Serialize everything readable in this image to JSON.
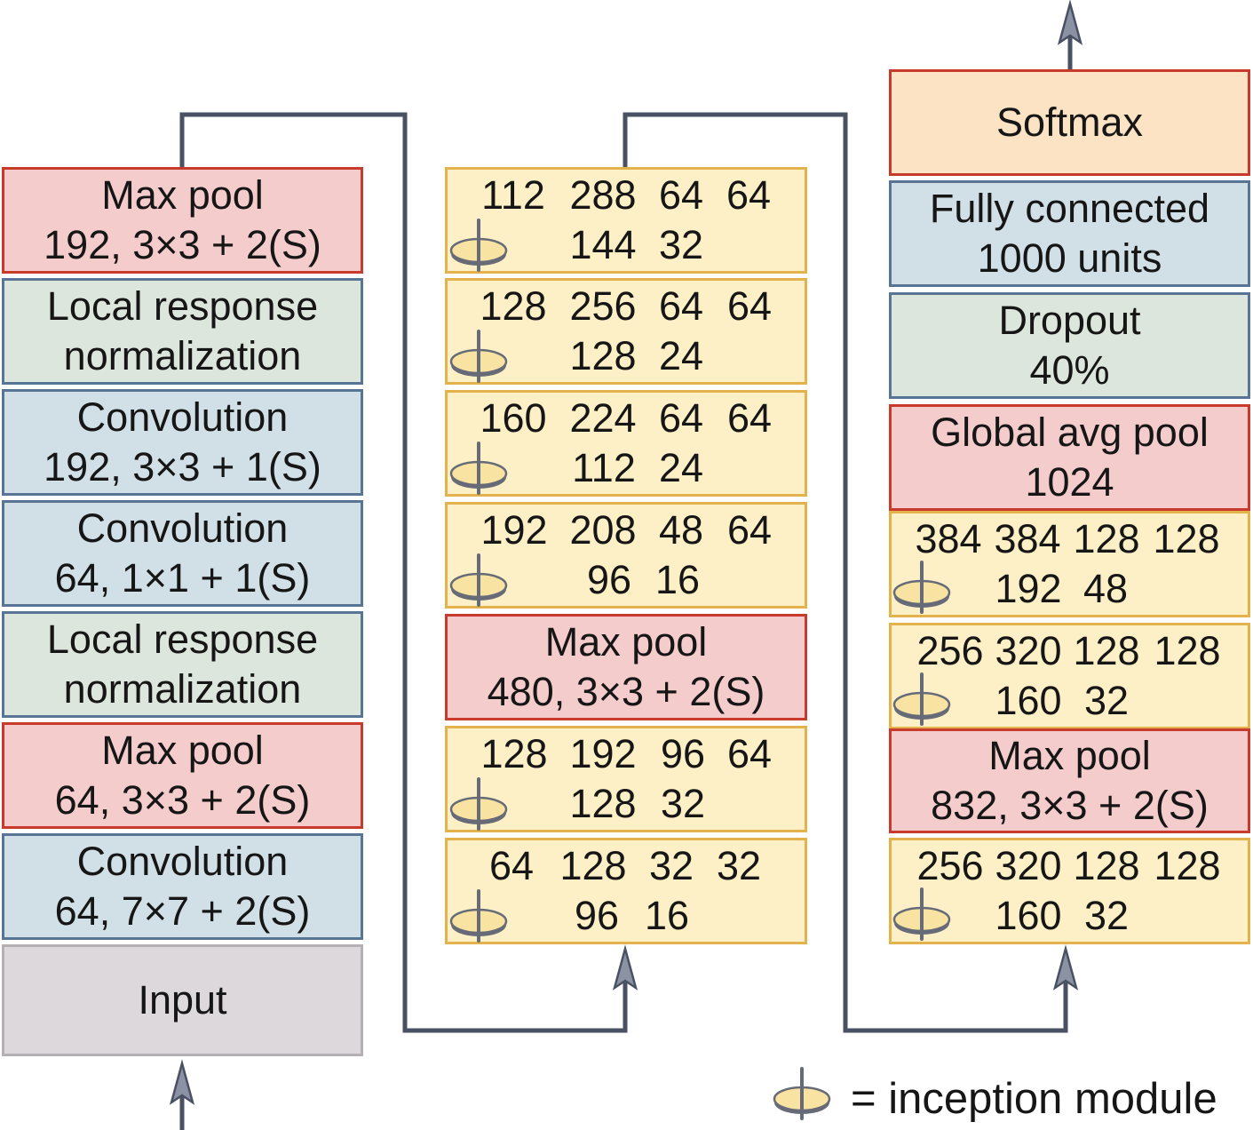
{
  "colors": {
    "pool": "#f4cccb",
    "pool_border": "#c73a2c",
    "conv": "#d1e0e7",
    "conv_border": "#587596",
    "norm": "#dde6dd",
    "inception": "#fdf0c7",
    "inception_border": "#e3b24d",
    "input": "#dcd8dc",
    "input_border": "#b4b0b4",
    "softmax": "#fbe3c4",
    "connector": "#4a5163"
  },
  "left_column": [
    {
      "lines": [
        "Max pool",
        "192, 3×3 + 2(S)"
      ]
    },
    {
      "lines": [
        "Local response",
        "normalization"
      ]
    },
    {
      "lines": [
        "Convolution",
        "192, 3×3 + 1(S)"
      ]
    },
    {
      "lines": [
        "Convolution",
        "64, 1×1 + 1(S)"
      ]
    },
    {
      "lines": [
        "Local response",
        "normalization"
      ]
    },
    {
      "lines": [
        "Max pool",
        "64, 3×3 + 2(S)"
      ]
    },
    {
      "lines": [
        "Convolution",
        "64, 7×7 + 2(S)"
      ]
    },
    {
      "lines": [
        "Input"
      ]
    }
  ],
  "middle_column": [
    {
      "row1": [
        "112",
        "288",
        "64",
        "64"
      ],
      "row2": [
        "144",
        "32"
      ]
    },
    {
      "row1": [
        "128",
        "256",
        "64",
        "64"
      ],
      "row2": [
        "128",
        "24"
      ]
    },
    {
      "row1": [
        "160",
        "224",
        "64",
        "64"
      ],
      "row2": [
        "112",
        "24"
      ]
    },
    {
      "row1": [
        "192",
        "208",
        "48",
        "64"
      ],
      "row2": [
        "96",
        "16"
      ]
    },
    {
      "lines": [
        "Max pool",
        "480, 3×3 + 2(S)"
      ]
    },
    {
      "row1": [
        "128",
        "192",
        "96",
        "64"
      ],
      "row2": [
        "128",
        "32"
      ]
    },
    {
      "row1": [
        "64",
        "128",
        "32",
        "32"
      ],
      "row2": [
        "96",
        "16"
      ]
    }
  ],
  "right_column": [
    {
      "lines": [
        "Softmax"
      ]
    },
    {
      "lines": [
        "Fully connected",
        "1000 units"
      ]
    },
    {
      "lines": [
        "Dropout",
        "40%"
      ]
    },
    {
      "lines": [
        "Global avg pool",
        "1024"
      ]
    },
    {
      "row1": [
        "384",
        "384",
        "128",
        "128"
      ],
      "row2": [
        "192",
        "48"
      ]
    },
    {
      "row1": [
        "256",
        "320",
        "128",
        "128"
      ],
      "row2": [
        "160",
        "32"
      ]
    },
    {
      "lines": [
        "Max pool",
        "832, 3×3 + 2(S)"
      ]
    },
    {
      "row1": [
        "256",
        "320",
        "128",
        "128"
      ],
      "row2": [
        "160",
        "32"
      ]
    }
  ],
  "legend": {
    "icon": "inception-module-icon",
    "label": "= inception module"
  }
}
